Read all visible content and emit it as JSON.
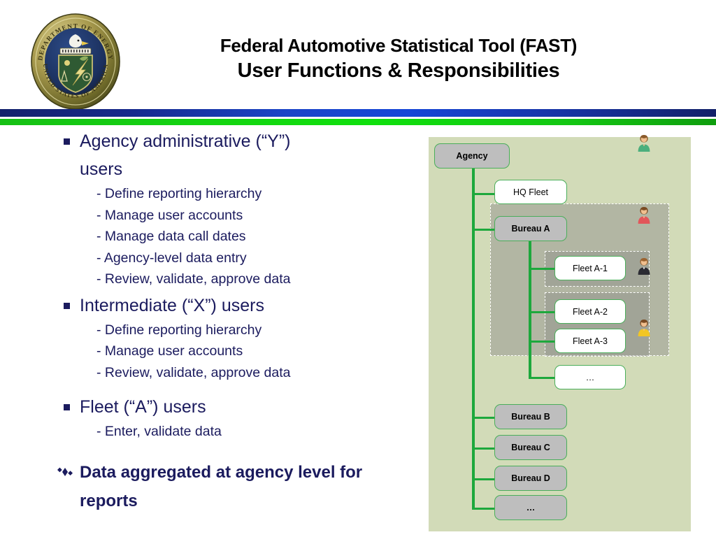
{
  "header": {
    "logo_alt": "doe-seal",
    "seal_outer_text_top": "DEPARTMENT OF ENERGY",
    "seal_outer_text_bottom": "UNITED STATES OF AMERICA",
    "title_line_1": "Federal Automotive Statistical Tool (FAST)",
    "title_line_2": "User Functions & Responsibilities"
  },
  "colors": {
    "text_navy": "#1b1b5e",
    "bar_blue_dark": "#13216b",
    "bar_blue_bright": "#1546d8",
    "bar_green": "#10e00d",
    "panel_bg": "#d2dbb8",
    "node_gray": "#bebebe",
    "node_white": "#ffffff",
    "connector_green": "#1da83c",
    "node_border_green": "#4aae5a",
    "person_green": "#4caf7d",
    "person_red": "#e2565a",
    "person_black": "#2b2b33",
    "person_yellow": "#f2c623"
  },
  "content": {
    "groups": [
      {
        "heading_part_1": "Agency administrative (“Y”)",
        "heading_part_2": "users",
        "items": [
          "- Define reporting hierarchy",
          "- Manage user accounts",
          "- Manage data call dates",
          "- Agency-level data entry",
          "- Review, validate, approve data"
        ]
      },
      {
        "heading_part_1": "Intermediate (“X”) users",
        "heading_part_2": "",
        "items": [
          "- Define reporting hierarchy",
          "- Manage user accounts",
          "- Review, validate, approve data"
        ]
      },
      {
        "heading_part_1": "Fleet (“A”) users",
        "heading_part_2": "",
        "items": [
          "- Enter, validate data"
        ]
      }
    ],
    "final_bullet_line_1": "Data aggregated at agency level",
    "final_bullet_line_2": "for reports"
  },
  "diagram": {
    "nodes": {
      "agency": "Agency",
      "hq_fleet": "HQ Fleet",
      "bureau_a": "Bureau A",
      "fleet_a1": "Fleet A-1",
      "fleet_a2": "Fleet A-2",
      "fleet_a3": "Fleet A-3",
      "fleet_ellipsis": "…",
      "bureau_b": "Bureau B",
      "bureau_c": "Bureau C",
      "bureau_d": "Bureau D",
      "bureau_ellipsis": "…"
    },
    "person_icons": [
      {
        "name": "person-icon-agency-admin",
        "shirt": "#4caf7d"
      },
      {
        "name": "person-icon-bureau-a-admin",
        "shirt": "#e2565a"
      },
      {
        "name": "person-icon-fleet-a1-user",
        "shirt": "#2b2b33"
      },
      {
        "name": "person-icon-fleet-a2-a3-user",
        "shirt": "#f2c623"
      }
    ]
  }
}
